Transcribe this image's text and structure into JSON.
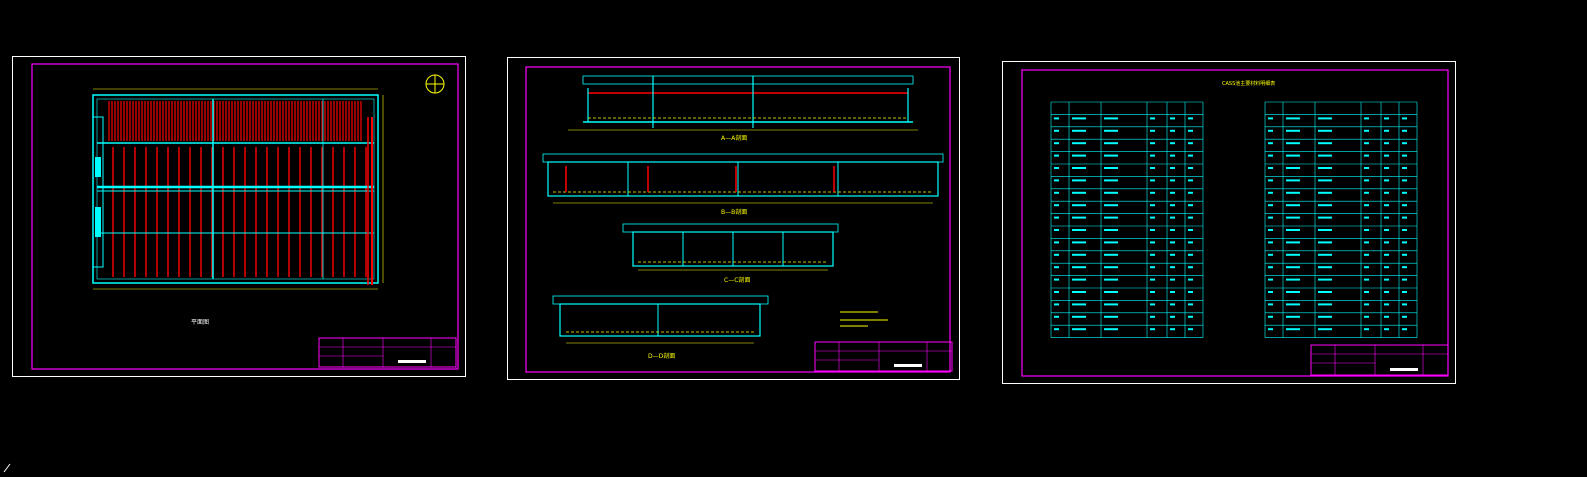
{
  "sheets": [
    {
      "id": "plan",
      "title": "平面图"
    },
    {
      "id": "sections",
      "section_labels": [
        "A—A剖面",
        "B—B剖面",
        "C—C剖面",
        "D—D剖面"
      ]
    },
    {
      "id": "table",
      "table_title": "CASS池主要材料明细表"
    }
  ],
  "colors": {
    "border_sheet": "#ffffff",
    "frame": "#ff00ff",
    "structure": "#00ffff",
    "pipe": "#ff0000",
    "dimension": "#ffff00",
    "background": "#000000"
  },
  "icons": [
    "north-arrow-icon",
    "cursor-icon"
  ]
}
